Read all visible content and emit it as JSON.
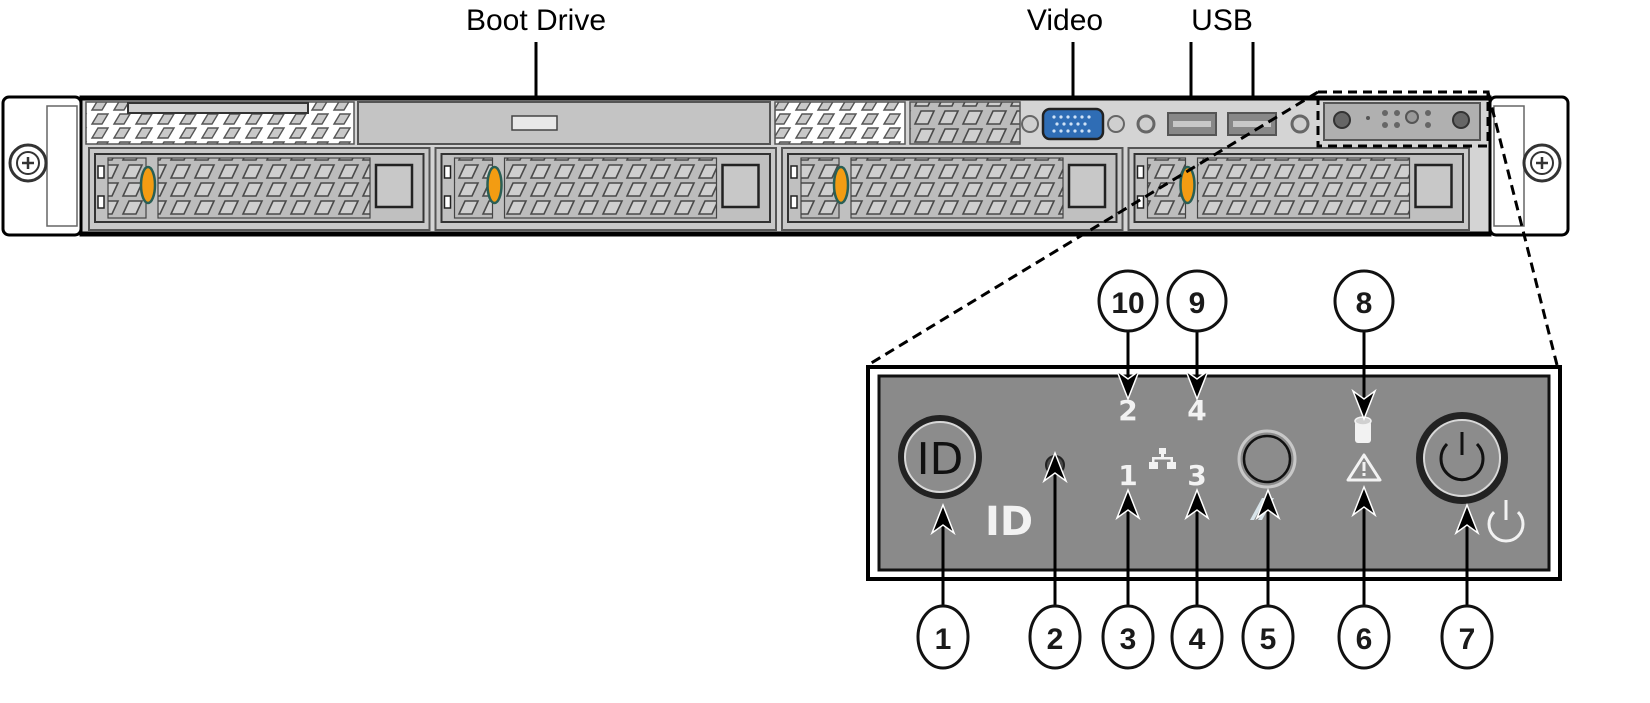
{
  "diagram": {
    "title": "Server front panel",
    "top_labels": [
      {
        "id": "boot-drive",
        "text": "Boot Drive"
      },
      {
        "id": "video",
        "text": "Video"
      },
      {
        "id": "usb",
        "text": "USB"
      }
    ],
    "drive_bays": 4,
    "colors": {
      "chassis": "#c8c8c8",
      "panel": "#8a8a8a",
      "drive_latch": "#f39c12",
      "vga_port": "#2f6db5",
      "outline": "#000000"
    },
    "control_panel": {
      "id_button_label": "ID",
      "id_text": "ID",
      "nic_labels": {
        "top_left": "2",
        "top_right": "4",
        "bottom_left": "1",
        "bottom_right": "3"
      }
    },
    "callouts_bottom": [
      "1",
      "2",
      "3",
      "4",
      "5",
      "6",
      "7"
    ],
    "callouts_top": [
      "10",
      "9",
      "8"
    ]
  }
}
